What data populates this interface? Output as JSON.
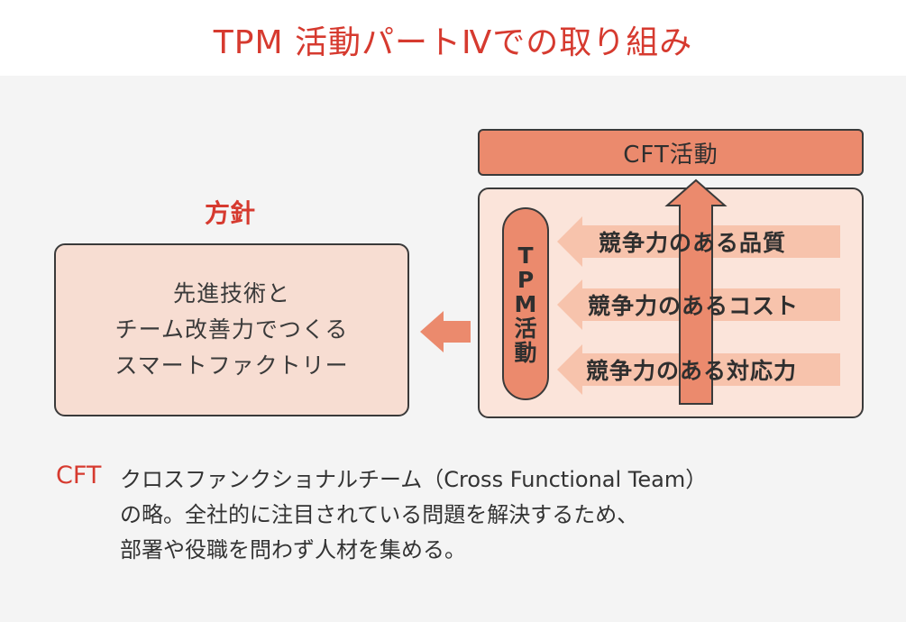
{
  "header": {
    "title": "TPM 活動パートⅣでの取り組み"
  },
  "policy": {
    "label": "方針",
    "lines": [
      "先進技術と",
      "チーム改善力でつくる",
      "スマートファクトリー"
    ]
  },
  "cft": {
    "label": "CFT活動"
  },
  "tpm": {
    "chars": [
      "T",
      "P",
      "M",
      "活",
      "動"
    ]
  },
  "rows": [
    "競争力のある品質",
    "競争力のあるコスト",
    "競争力のある対応力"
  ],
  "note": {
    "term": "CFT",
    "lines": [
      "クロスファンクショナルチーム（Cross Functional Team）",
      "の略。全社的に注目されている問題を解決するため、",
      "部署や役職を問わず人材を集める。"
    ]
  },
  "colors": {
    "accent_red": "#d63a2f",
    "arrow_orange": "#eb8a6d",
    "light_arrow": "#f7c3ac",
    "box_fill": "#f7ddd2"
  }
}
